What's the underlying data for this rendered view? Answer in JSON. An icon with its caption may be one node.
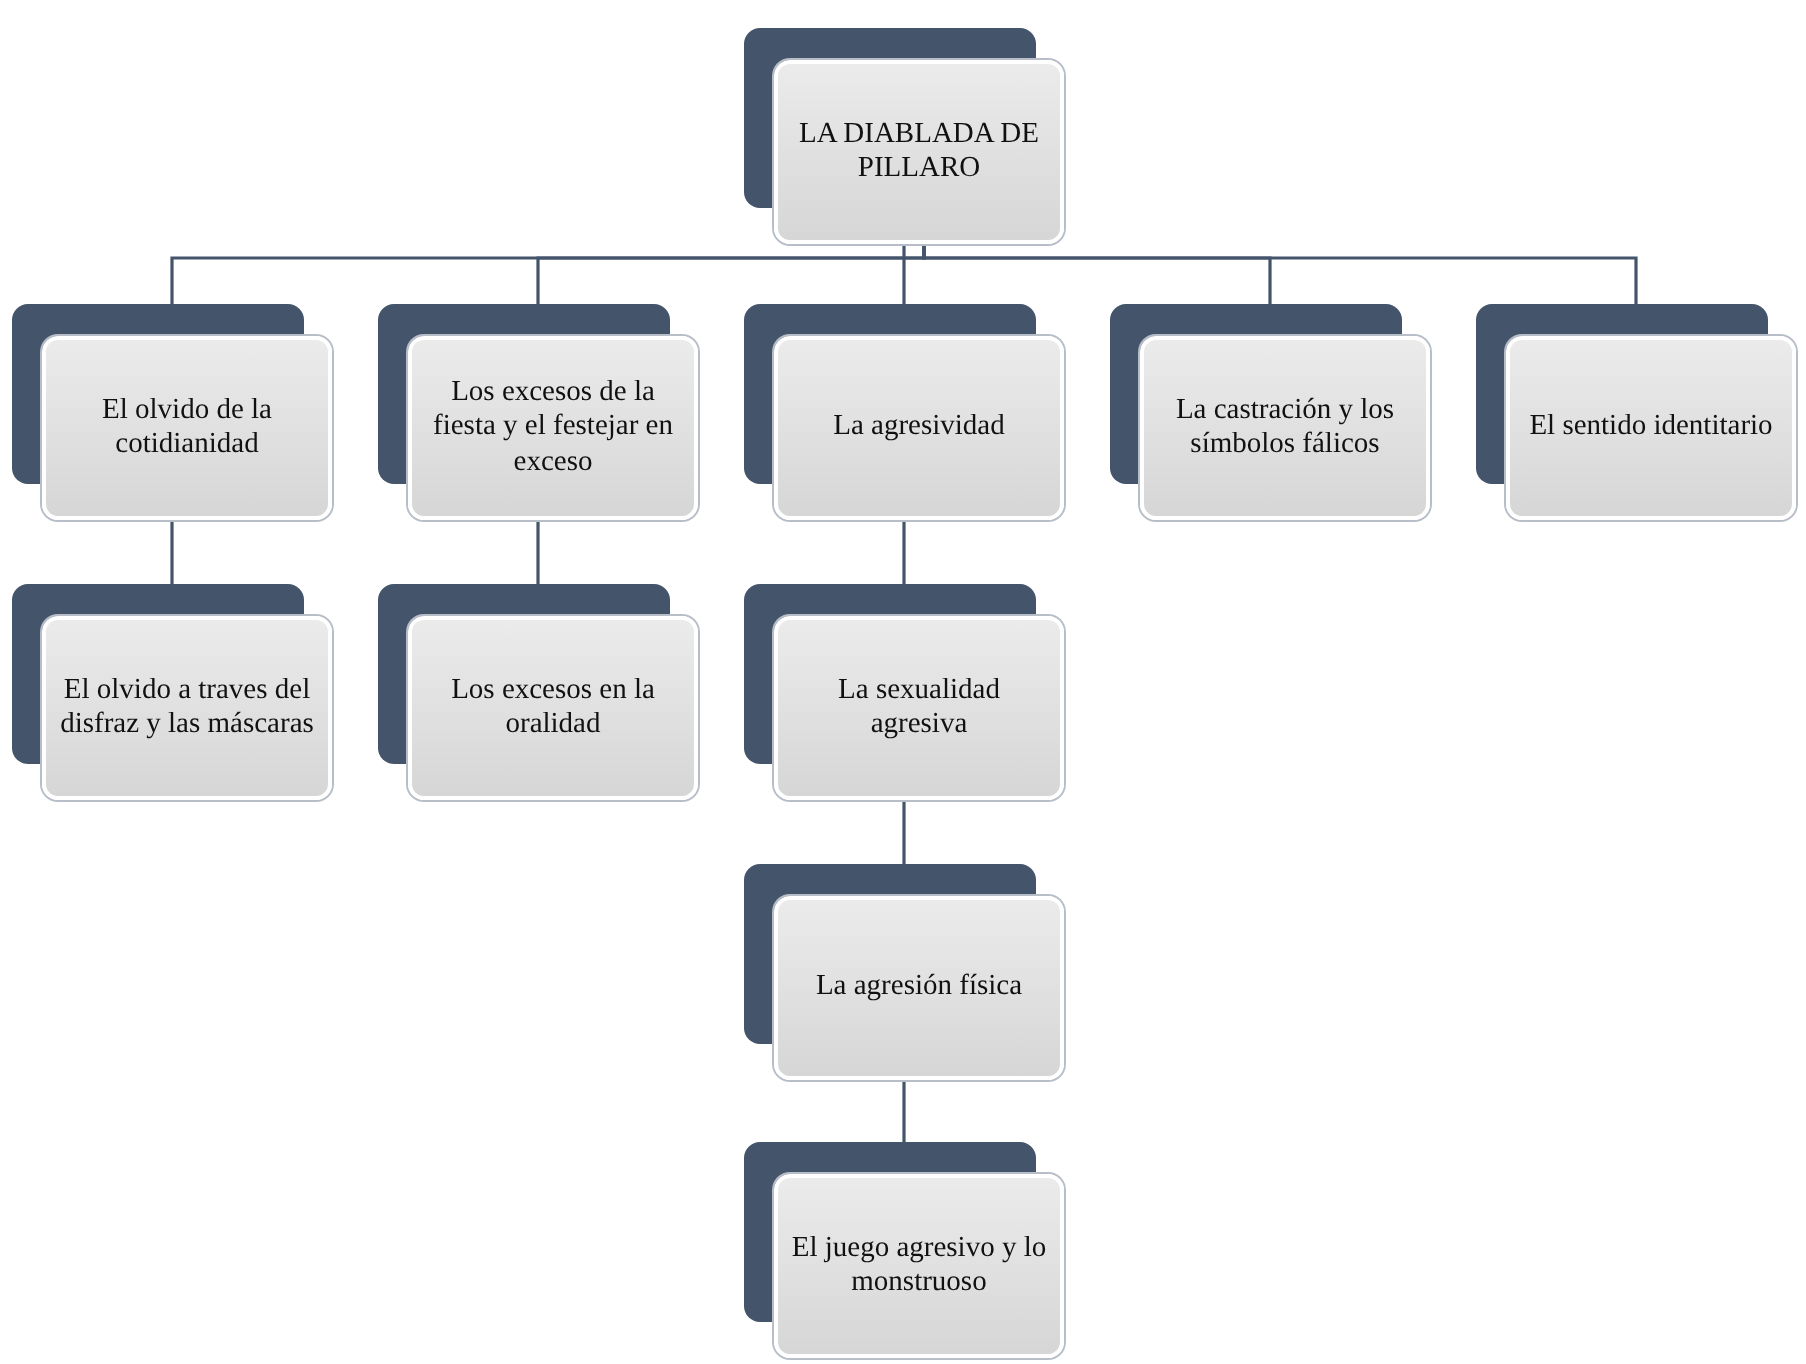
{
  "diagram": {
    "nodes": [
      {
        "text": [
          "LA DIABLADA DE PILLARO"
        ]
      },
      {
        "text": [
          "El olvido de la cotidianidad"
        ]
      },
      {
        "text": [
          "Los excesos de la fiesta y el festejar en exceso"
        ]
      },
      {
        "text": [
          "La agresividad"
        ]
      },
      {
        "text": [
          "La castración y los símbolos fálicos"
        ]
      },
      {
        "text": [
          "El sentido identitario"
        ]
      },
      {
        "text": [
          "El olvido a traves del disfraz y las máscaras"
        ]
      },
      {
        "text": [
          "Los excesos en la oralidad"
        ]
      },
      {
        "text": [
          "La sexualidad agresiva"
        ]
      },
      {
        "text": [
          "La agresión física"
        ]
      },
      {
        "text": [
          "El juego agresivo y lo monstruoso"
        ]
      }
    ],
    "edges": [
      {
        "from": 0,
        "to": 1,
        "arrow": "none"
      },
      {
        "from": 0,
        "to": 2,
        "arrow": "none"
      },
      {
        "from": 0,
        "to": 3,
        "arrow": "none"
      },
      {
        "from": 0,
        "to": 4,
        "arrow": "none"
      },
      {
        "from": 0,
        "to": 5,
        "arrow": "none"
      },
      {
        "from": 1,
        "to": 6,
        "arrow": "none"
      },
      {
        "from": 2,
        "to": 7,
        "arrow": "none"
      },
      {
        "from": 3,
        "to": 8,
        "arrow": "none"
      },
      {
        "from": 8,
        "to": 9,
        "arrow": "none"
      },
      {
        "from": 9,
        "to": 10,
        "arrow": "none"
      }
    ]
  }
}
